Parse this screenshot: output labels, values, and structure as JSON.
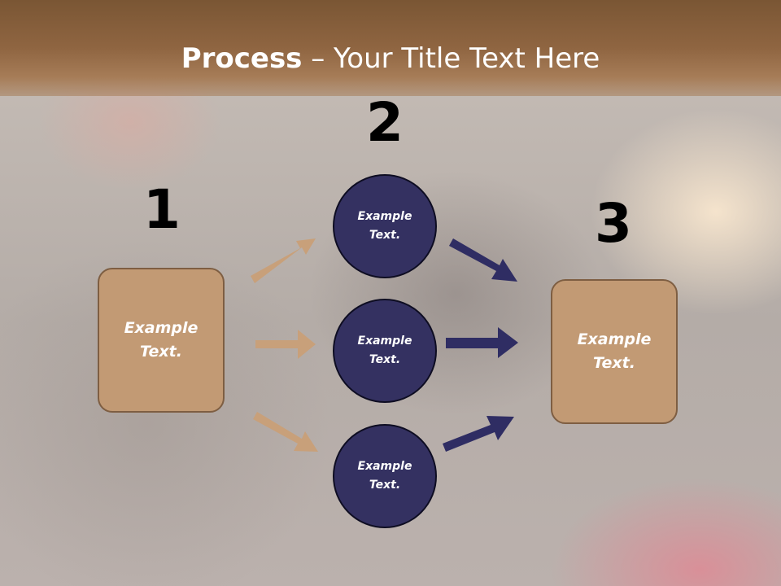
{
  "title": {
    "bold": "Process",
    "rest": " – Your Title Text Here"
  },
  "steps": {
    "one": {
      "number": "1",
      "label": "Example Text."
    },
    "two": {
      "number": "2",
      "items": [
        "Example Text.",
        "Example Text.",
        "Example Text."
      ]
    },
    "three": {
      "number": "3",
      "label": "Example Text."
    }
  },
  "colors": {
    "box_fill": "#c29a74",
    "circle_fill": "#343161",
    "arrow_tan": "#c8a07a",
    "arrow_navy": "#2f2d63",
    "title_band": "#8f6541"
  }
}
